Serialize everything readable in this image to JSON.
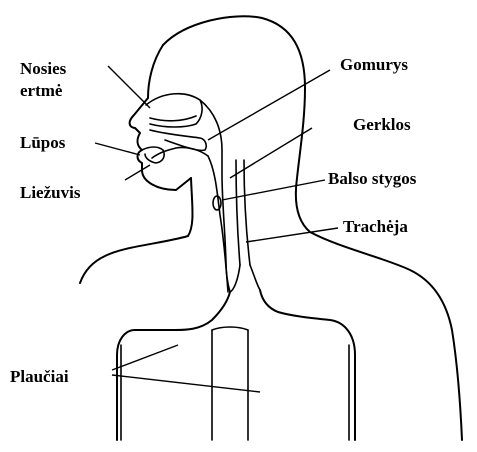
{
  "labels": {
    "nasal_cavity_line1": "Nosies",
    "nasal_cavity_line2": "ertmė",
    "palate": "Gomurys",
    "lips": "Lūpos",
    "larynx": "Gerklos",
    "vocal_cords": "Balso stygos",
    "tongue": "Liežuvis",
    "trachea": "Trachėja",
    "lungs": "Plaučiai"
  },
  "colors": {
    "line": "#000000",
    "background": "#ffffff"
  }
}
